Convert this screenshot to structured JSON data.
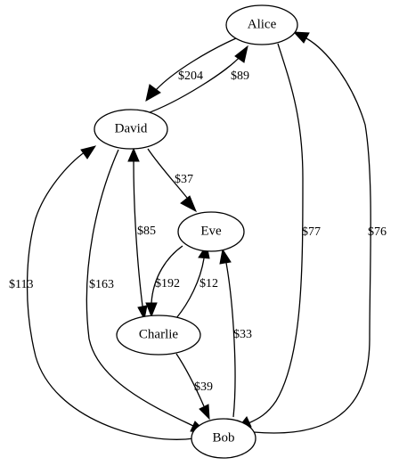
{
  "nodes": [
    {
      "id": "alice",
      "label": "Alice"
    },
    {
      "id": "david",
      "label": "David"
    },
    {
      "id": "eve",
      "label": "Eve"
    },
    {
      "id": "charlie",
      "label": "Charlie"
    },
    {
      "id": "bob",
      "label": "Bob"
    }
  ],
  "edges": [
    {
      "id": "alice-david",
      "from": "Alice",
      "to": "David",
      "label": "$204"
    },
    {
      "id": "david-alice",
      "from": "David",
      "to": "Alice",
      "label": "$89"
    },
    {
      "id": "david-eve",
      "from": "David",
      "to": "Eve",
      "label": "$37"
    },
    {
      "id": "charlie-david",
      "from": "Charlie",
      "to": "David",
      "label": "$85"
    },
    {
      "id": "bob-david",
      "from": "Bob",
      "to": "David",
      "label": "$113"
    },
    {
      "id": "david-bob",
      "from": "David",
      "to": "Bob",
      "label": "$163"
    },
    {
      "id": "eve-charlie",
      "from": "Eve",
      "to": "Charlie",
      "label": "$192"
    },
    {
      "id": "charlie-eve",
      "from": "Charlie",
      "to": "Eve",
      "label": "$12"
    },
    {
      "id": "alice-bob",
      "from": "Alice",
      "to": "Bob",
      "label": "$77"
    },
    {
      "id": "bob-alice",
      "from": "Bob",
      "to": "Alice",
      "label": "$76"
    },
    {
      "id": "charlie-bob",
      "from": "Charlie",
      "to": "Bob",
      "label": "$39"
    },
    {
      "id": "bob-eve",
      "from": "Bob",
      "to": "Eve",
      "label": "$33"
    }
  ]
}
